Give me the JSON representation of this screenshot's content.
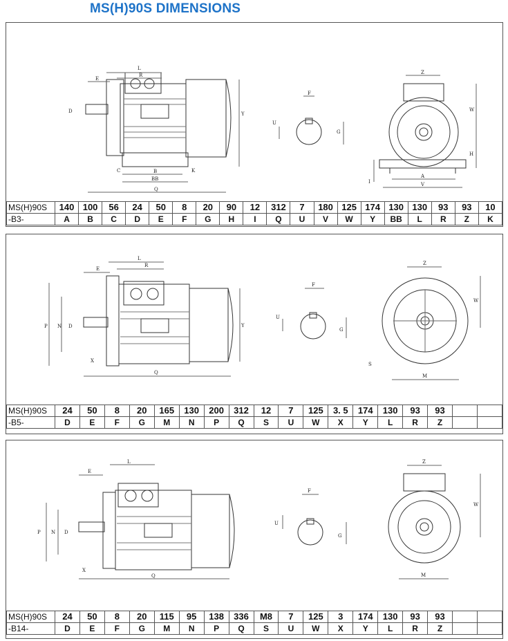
{
  "page_title": "MS(H)90S DIMENSIONS",
  "sections": [
    {
      "id": "b3",
      "model": "MS(H)90S",
      "mount": "-B3-",
      "values": [
        "140",
        "100",
        "56",
        "24",
        "50",
        "8",
        "20",
        "90",
        "12",
        "312",
        "7",
        "180",
        "125",
        "174",
        "130",
        "130",
        "93",
        "93",
        "10"
      ],
      "letters": [
        "A",
        "B",
        "C",
        "D",
        "E",
        "F",
        "G",
        "H",
        "I",
        "Q",
        "U",
        "V",
        "W",
        "Y",
        "BB",
        "L",
        "R",
        "Z",
        "K"
      ]
    },
    {
      "id": "b5",
      "model": "MS(H)90S",
      "mount": "-B5-",
      "values": [
        "24",
        "50",
        "8",
        "20",
        "165",
        "130",
        "200",
        "312",
        "12",
        "7",
        "125",
        "3. 5",
        "174",
        "130",
        "93",
        "93",
        "",
        ""
      ],
      "letters": [
        "D",
        "E",
        "F",
        "G",
        "M",
        "N",
        "P",
        "Q",
        "S",
        "U",
        "W",
        "X",
        "Y",
        "L",
        "R",
        "Z",
        "",
        ""
      ]
    },
    {
      "id": "b14",
      "model": "MS(H)90S",
      "mount": "-B14-",
      "values": [
        "24",
        "50",
        "8",
        "20",
        "115",
        "95",
        "138",
        "336",
        "M8",
        "7",
        "125",
        "3",
        "174",
        "130",
        "93",
        "93",
        "",
        ""
      ],
      "letters": [
        "D",
        "E",
        "F",
        "G",
        "M",
        "N",
        "P",
        "Q",
        "S",
        "U",
        "W",
        "X",
        "Y",
        "L",
        "R",
        "Z",
        "",
        ""
      ]
    }
  ],
  "drawing_labels": {
    "b3": [
      "L",
      "R",
      "E",
      "D",
      "C",
      "B",
      "BB",
      "Q",
      "K",
      "Y",
      "F",
      "U",
      "G",
      "Z",
      "W",
      "H",
      "I",
      "A",
      "V"
    ],
    "b5": [
      "L",
      "R",
      "E",
      "P",
      "N",
      "D",
      "X",
      "Q",
      "Y",
      "F",
      "U",
      "G",
      "Z",
      "W",
      "S",
      "M"
    ],
    "b14": [
      "L",
      "E",
      "P",
      "N",
      "D",
      "X",
      "Q",
      "F",
      "U",
      "G",
      "Z",
      "W",
      "M"
    ]
  }
}
